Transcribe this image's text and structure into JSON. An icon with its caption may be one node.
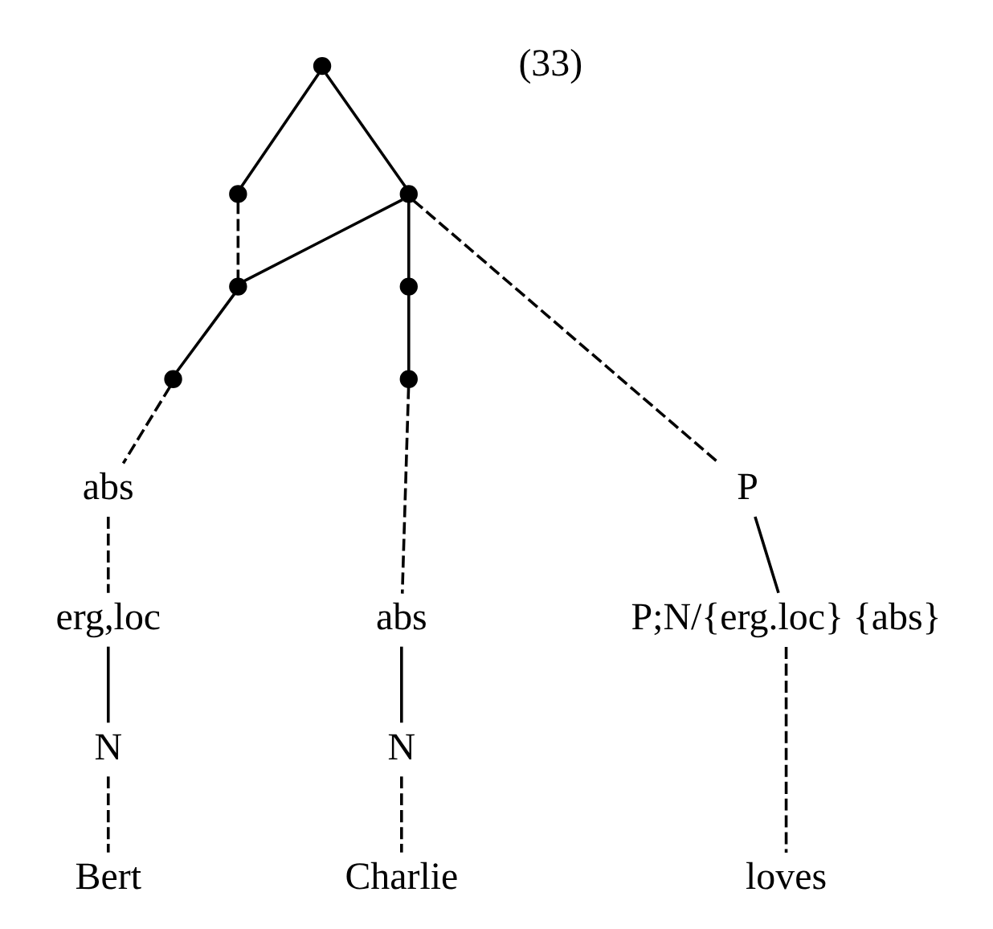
{
  "diagram": {
    "nodes": [
      {
        "text": [],
        "shape": "circle"
      },
      {
        "text": [],
        "shape": "circle"
      },
      {
        "text": [],
        "shape": "circle"
      },
      {
        "text": [],
        "shape": "circle"
      },
      {
        "text": [],
        "shape": "circle"
      },
      {
        "text": [],
        "shape": "circle"
      },
      {
        "text": [],
        "shape": "circle"
      },
      {
        "text": [
          "abs"
        ]
      },
      {
        "text": [
          "P"
        ]
      },
      {
        "text": [
          "erg,loc"
        ]
      },
      {
        "text": [
          "P;N/{erg.loc} {abs}"
        ]
      },
      {
        "text": [
          "abs"
        ]
      },
      {
        "text": [
          "N"
        ]
      },
      {
        "text": [
          "N"
        ]
      },
      {
        "text": [
          "Bert"
        ]
      },
      {
        "text": [
          "loves"
        ]
      },
      {
        "text": [
          "Charlie"
        ]
      }
    ],
    "edges": [
      {
        "from": 0,
        "to": 1,
        "arrow": "none"
      },
      {
        "from": 0,
        "to": 2,
        "arrow": "none"
      },
      {
        "from": 1,
        "to": 3,
        "arrow": "none",
        "style": "dashed"
      },
      {
        "from": 2,
        "to": 3,
        "arrow": "none"
      },
      {
        "from": 2,
        "to": 4,
        "arrow": "none"
      },
      {
        "from": 2,
        "to": 8,
        "arrow": "none",
        "style": "dashed"
      },
      {
        "from": 3,
        "to": 5,
        "arrow": "none"
      },
      {
        "from": 5,
        "to": 7,
        "arrow": "none",
        "style": "dashed"
      },
      {
        "from": 7,
        "to": 9,
        "arrow": "none",
        "style": "dashed"
      },
      {
        "from": 9,
        "to": 12,
        "arrow": "none"
      },
      {
        "from": 12,
        "to": 14,
        "arrow": "none",
        "style": "dashed"
      },
      {
        "from": 8,
        "to": 10,
        "arrow": "none"
      },
      {
        "from": 10,
        "to": 15,
        "arrow": "none",
        "style": "dashed"
      },
      {
        "from": 4,
        "to": 6,
        "arrow": "none"
      },
      {
        "from": 6,
        "to": 11,
        "arrow": "none",
        "style": "dashed"
      },
      {
        "from": 11,
        "to": 13,
        "arrow": "none"
      },
      {
        "from": 13,
        "to": 16,
        "arrow": "none",
        "style": "dashed"
      }
    ],
    "labels": [
      "(33)"
    ]
  }
}
